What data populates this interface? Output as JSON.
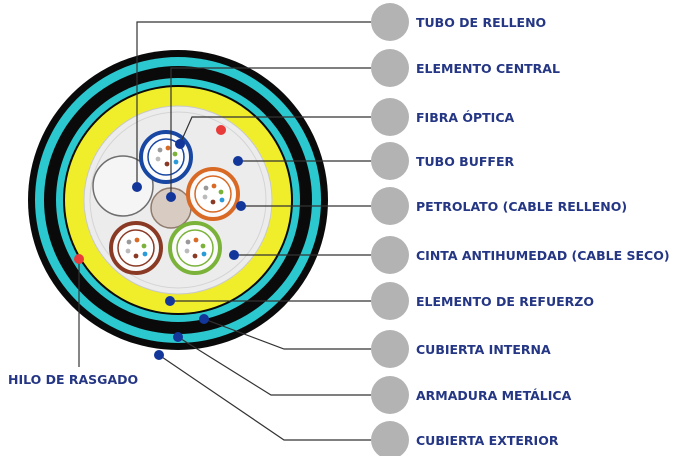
{
  "labels": [
    "TUBO DE RELLENO",
    "ELEMENTO CENTRAL",
    "FIBRA ÓPTICA",
    "TUBO BUFFER",
    "PETROLATO (CABLE RELLENO)",
    "CINTA ANTIHUMEDAD (CABLE SECO)",
    "ELEMENTO DE REFUERZO",
    "CUBIERTA INTERNA",
    "ARMADURA METÁLICA",
    "CUBIERTA EXTERIOR"
  ],
  "left_label": "HILO DE RASGADO",
  "colors": {
    "label_text": "#243684",
    "marker_circle": "#b3b3b3",
    "outer_jacket": "#0a0a0a",
    "armor": "#2cc8cf",
    "filler_yellow": "#f0ee2a",
    "core_white": "#ececec",
    "buffer_blue": "#1846a3",
    "buffer_orange": "#d86a25",
    "buffer_brown": "#8a3a24",
    "buffer_green": "#7bb33a",
    "central_element": "#d8ccc2",
    "pointer_dot": "#13369a",
    "ripcord_dot": "#e93a3a"
  }
}
